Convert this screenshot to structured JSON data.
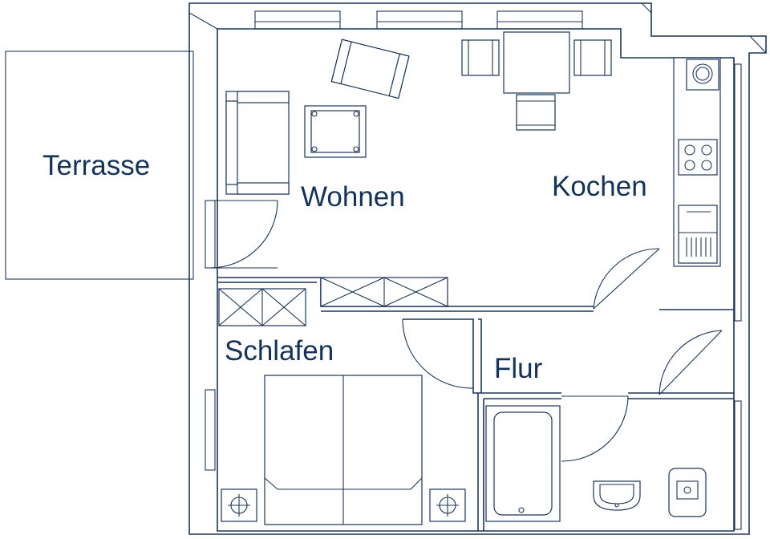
{
  "rooms": {
    "terrasse": "Terrasse",
    "wohnen": "Wohnen",
    "kochen": "Kochen",
    "schlafen": "Schlafen",
    "flur": "Flur"
  },
  "colors": {
    "line": "#1b3556",
    "label": "#14335a",
    "background": "#ffffff"
  }
}
